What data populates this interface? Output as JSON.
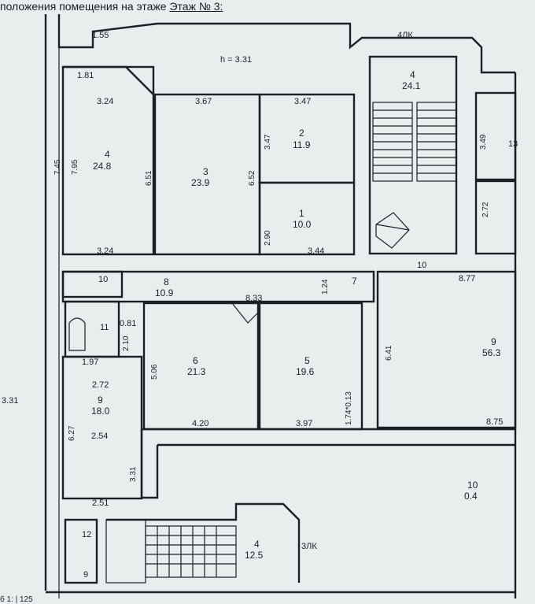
{
  "header": {
    "prefix": "положения помещения на этаже",
    "floor": "Этаж № 3:"
  },
  "footer": {
    "scale": "б 1: | 125"
  },
  "height_note": "h  =  3.31",
  "left_height": "3.31",
  "stair_labels": {
    "top": "4ЛК",
    "bottom": "3ЛК"
  },
  "rooms": [
    {
      "id": "r4-left",
      "num": "4",
      "area": "24.8"
    },
    {
      "id": "r3",
      "num": "3",
      "area": "23.9"
    },
    {
      "id": "r2",
      "num": "2",
      "area": "11.9"
    },
    {
      "id": "r1",
      "num": "1",
      "area": "10.0"
    },
    {
      "id": "r4-stair-top",
      "num": "4",
      "area": "24.1"
    },
    {
      "id": "r8",
      "num": "8",
      "area": "10.9"
    },
    {
      "id": "r7",
      "num": "7",
      "area": ""
    },
    {
      "id": "r11",
      "num": "11",
      "area": ""
    },
    {
      "id": "r6",
      "num": "6",
      "area": "21.3"
    },
    {
      "id": "r5",
      "num": "5",
      "area": "19.6"
    },
    {
      "id": "r9-right",
      "num": "9",
      "area": "56.3"
    },
    {
      "id": "r9-left",
      "num": "9",
      "area": "18.0"
    },
    {
      "id": "r10-bottom",
      "num": "10",
      "area": "0.4"
    },
    {
      "id": "r4-stair-bottom",
      "num": "4",
      "area": "12.5"
    }
  ],
  "dims": {
    "d155": "1.55",
    "d181": "1.81",
    "d324a": "3.24",
    "d367": "3.67",
    "d347": "3.47",
    "d745": "7.45",
    "d795": "7.95",
    "d651": "6.51",
    "d652": "6.52",
    "d347v": "3.47",
    "d290": "2.90",
    "d324b": "3.24",
    "d344": "3.44",
    "d10a": "10",
    "d10b": "10",
    "d124": "1.24",
    "d833": "8.33",
    "d877": "8.77",
    "d081": "0.81",
    "d210": "2.10",
    "d197": "1.97",
    "d506": "5.06",
    "d641": "6.41",
    "d272": "2.72",
    "d627": "6.27",
    "d254": "2.54",
    "d420": "4.20",
    "d397": "3.97",
    "d174": "1.74*0.13",
    "d875": "8.75",
    "d331": "3.31",
    "d251": "2.51",
    "d349": "3.49",
    "d272r": "2.72",
    "d12": "12",
    "d9": "9",
    "d13": "13"
  }
}
